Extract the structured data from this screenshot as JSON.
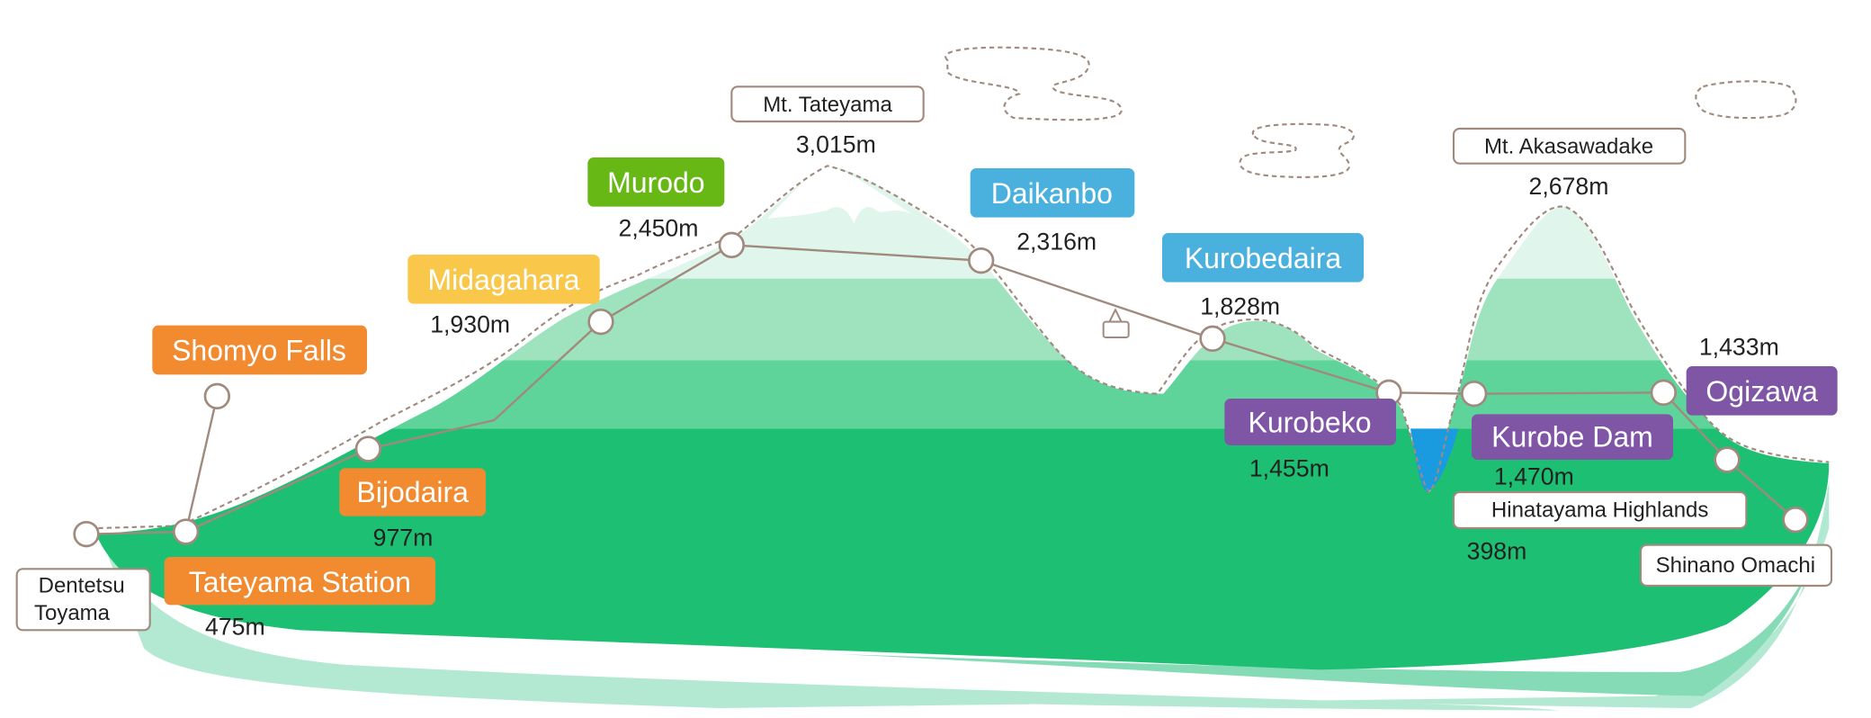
{
  "colors": {
    "orange": "#f28a30",
    "yellow": "#f9c84b",
    "green": "#67b815",
    "blue": "#4ab1de",
    "purple": "#7f55a6",
    "route_line": "#a08a7e",
    "mountain_dark": "#1dc072",
    "mountain_mid": "#5ed49b",
    "mountain_light": "#9ee3be",
    "mountain_pale": "#e0f5ec",
    "lake": "#1a9be0"
  },
  "stations": {
    "dentetsu_toyama": {
      "name_line1": "Dentetsu",
      "name_line2": "Toyama"
    },
    "tateyama_station": {
      "name": "Tateyama Station",
      "elevation": "475m"
    },
    "shomyo_falls": {
      "name": "Shomyo Falls"
    },
    "bijodaira": {
      "name": "Bijodaira",
      "elevation": "977m"
    },
    "midagahara": {
      "name": "Midagahara",
      "elevation": "1,930m"
    },
    "murodo": {
      "name": "Murodo",
      "elevation": "2,450m"
    },
    "daikanbo": {
      "name": "Daikanbo",
      "elevation": "2,316m"
    },
    "kurobedaira": {
      "name": "Kurobedaira",
      "elevation": "1,828m"
    },
    "kurobeko": {
      "name": "Kurobeko",
      "elevation": "1,455m"
    },
    "kurobe_dam": {
      "name": "Kurobe Dam",
      "elevation": "1,470m"
    },
    "ogizawa": {
      "name": "Ogizawa",
      "elevation": "1,433m"
    },
    "hinatayama_highlands": {
      "name": "Hinatayama Highlands",
      "elevation": "398m"
    },
    "shinano_omachi": {
      "name": "Shinano Omachi"
    }
  },
  "peaks": {
    "mt_tateyama": {
      "name": "Mt. Tateyama",
      "elevation": "3,015m"
    },
    "mt_akasawadake": {
      "name": "Mt. Akasawadake",
      "elevation": "2,678m"
    }
  },
  "icons": {
    "gondola": "ropeway-gondola-icon",
    "cloud": "cloud-icon"
  }
}
